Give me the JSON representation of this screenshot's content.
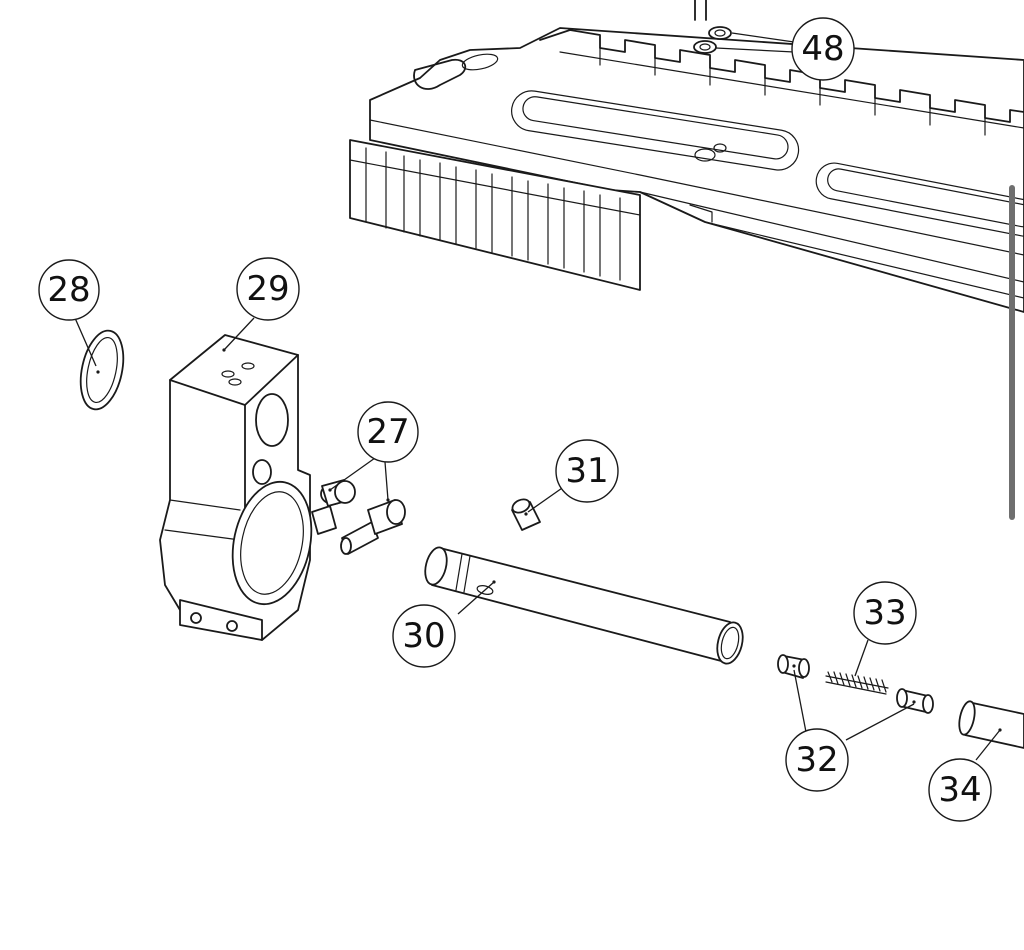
{
  "callouts": [
    {
      "id": "48",
      "label": "48"
    },
    {
      "id": "28",
      "label": "28"
    },
    {
      "id": "29",
      "label": "29"
    },
    {
      "id": "27",
      "label": "27"
    },
    {
      "id": "31",
      "label": "31"
    },
    {
      "id": "30",
      "label": "30"
    },
    {
      "id": "33",
      "label": "33"
    },
    {
      "id": "32",
      "label": "32"
    },
    {
      "id": "34",
      "label": "34"
    }
  ],
  "colors": {
    "line": "#1a1a1a",
    "background": "#ffffff",
    "scrollbar": "#6f6f6f"
  }
}
